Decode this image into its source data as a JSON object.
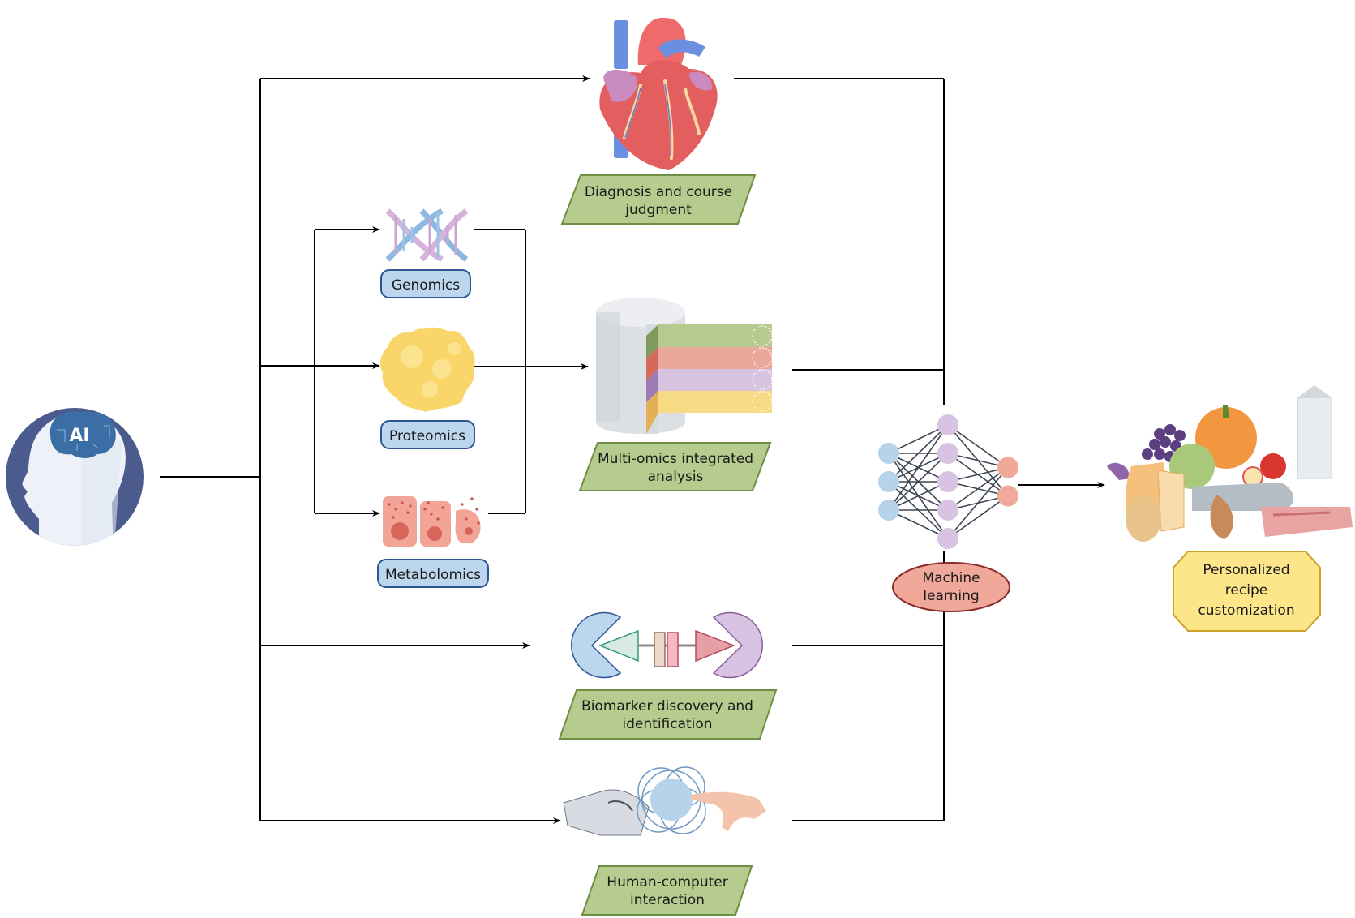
{
  "diagram": {
    "source": {
      "name": "AI",
      "icon": "ai-brain-head-icon",
      "colors": {
        "circle": "#4a5a8c",
        "brain": "#3a6ea5",
        "head": "#f0f3f8"
      }
    },
    "applications": [
      {
        "id": "diagnosis",
        "label_lines": [
          "Diagnosis and course",
          "judgment"
        ],
        "icon": "heart-icon"
      },
      {
        "id": "multiomics",
        "label_lines": [
          "Multi-omics integrated",
          "analysis"
        ],
        "icon": "database-cylinder-icon"
      },
      {
        "id": "biomarker",
        "label_lines": [
          "Biomarker discovery and",
          "identification"
        ],
        "icon": "biomarker-binding-icon"
      },
      {
        "id": "hci",
        "label_lines": [
          "Human-computer",
          "interaction"
        ],
        "icon": "robot-human-hand-icon"
      }
    ],
    "omics": [
      {
        "id": "genomics",
        "label": "Genomics",
        "icon": "dna-helix-icon"
      },
      {
        "id": "proteomics",
        "label": "Proteomics",
        "icon": "protein-blob-icon"
      },
      {
        "id": "metabolomics",
        "label": "Metabolomics",
        "icon": "cells-icon"
      }
    ],
    "ml": {
      "label_lines": [
        "Machine",
        "learning"
      ],
      "icon": "neural-network-icon",
      "layers": [
        3,
        5,
        2
      ]
    },
    "output": {
      "label_lines": [
        "Personalized",
        "recipe",
        "customization"
      ],
      "icon": "food-basket-icon"
    },
    "colors": {
      "parallelogram_fill": "#b5cc8e",
      "parallelogram_stroke": "#6e8f43",
      "omics_pill_fill": "#bcd6ee",
      "omics_pill_stroke": "#2f5597",
      "ml_ellipse_fill": "#f0a89a",
      "ml_ellipse_stroke": "#8b2a2a",
      "octagon_fill": "#fde58a",
      "octagon_stroke": "#c9a227",
      "nn_input": "#b7d3ea",
      "nn_hidden": "#d9c3e2",
      "nn_output": "#f0a899",
      "line": "#000000",
      "layer_green": "#b6c98e",
      "layer_red": "#eaa89a",
      "layer_purple": "#d7c3e0",
      "layer_yellow": "#f7db84"
    }
  }
}
